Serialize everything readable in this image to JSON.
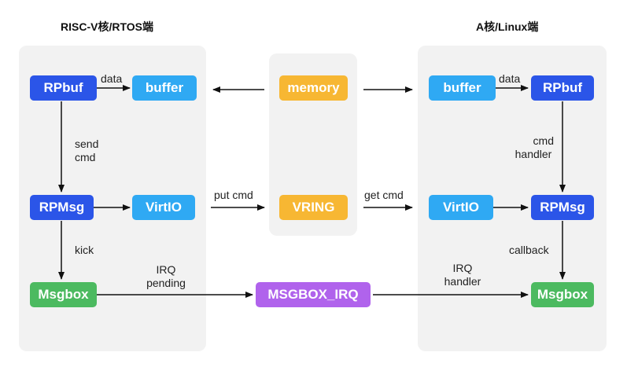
{
  "headers": {
    "left": "RISC-V核/RTOS端",
    "right": "A核/Linux端"
  },
  "nodes": {
    "left_rpbuf": "RPbuf",
    "left_buffer": "buffer",
    "memory": "memory",
    "right_buffer": "buffer",
    "right_rpbuf": "RPbuf",
    "left_rpmsg": "RPMsg",
    "left_virtio": "VirtIO",
    "vring": "VRING",
    "right_virtio": "VirtIO",
    "right_rpmsg": "RPMsg",
    "left_msgbox": "Msgbox",
    "msgbox_irq": "MSGBOX_IRQ",
    "right_msgbox": "Msgbox"
  },
  "edge_labels": {
    "left_data": "data",
    "right_data": "data",
    "send_cmd": [
      "send",
      "cmd"
    ],
    "cmd_handler": [
      "cmd",
      "handler"
    ],
    "put_cmd": "put cmd",
    "get_cmd": "get cmd",
    "kick": "kick",
    "callback": "callback",
    "irq_pending": [
      "IRQ",
      "pending"
    ],
    "irq_handler": [
      "IRQ",
      "handler"
    ]
  }
}
